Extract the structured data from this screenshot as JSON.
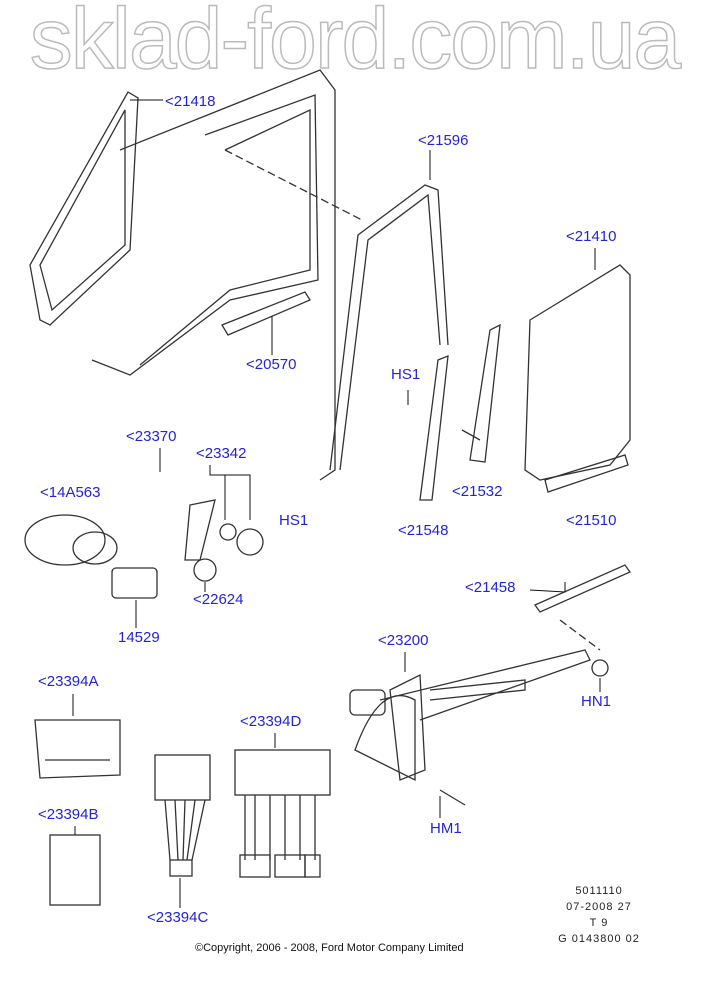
{
  "labels": {
    "l21418": "<21418",
    "l21596": "<21596",
    "l21410": "<21410",
    "l20570": "<20570",
    "hs1_top": "HS1",
    "l23370": "<23370",
    "l23342": "<23342",
    "l14A563": "<14A563",
    "hs1_bottom": "HS1",
    "l21532": "<21532",
    "l21548": "<21548",
    "l21510": "<21510",
    "l22624": "<22624",
    "l14529": "14529",
    "l21458": "<21458",
    "l23200": "<23200",
    "hn1": "HN1",
    "l23394A": "<23394A",
    "l23394D": "<23394D",
    "l23394B": "<23394B",
    "hm1": "HM1",
    "l23394C": "<23394C"
  },
  "codes": [
    "5011110",
    "07-2008 27",
    "T 9",
    "G 0143800 02"
  ],
  "copyright": "©Copyright, 2006 - 2008, Ford Motor Company Limited",
  "watermark": "sklad-ford.com.ua",
  "colors": {
    "label": "#2323d8",
    "line": "#222222"
  }
}
